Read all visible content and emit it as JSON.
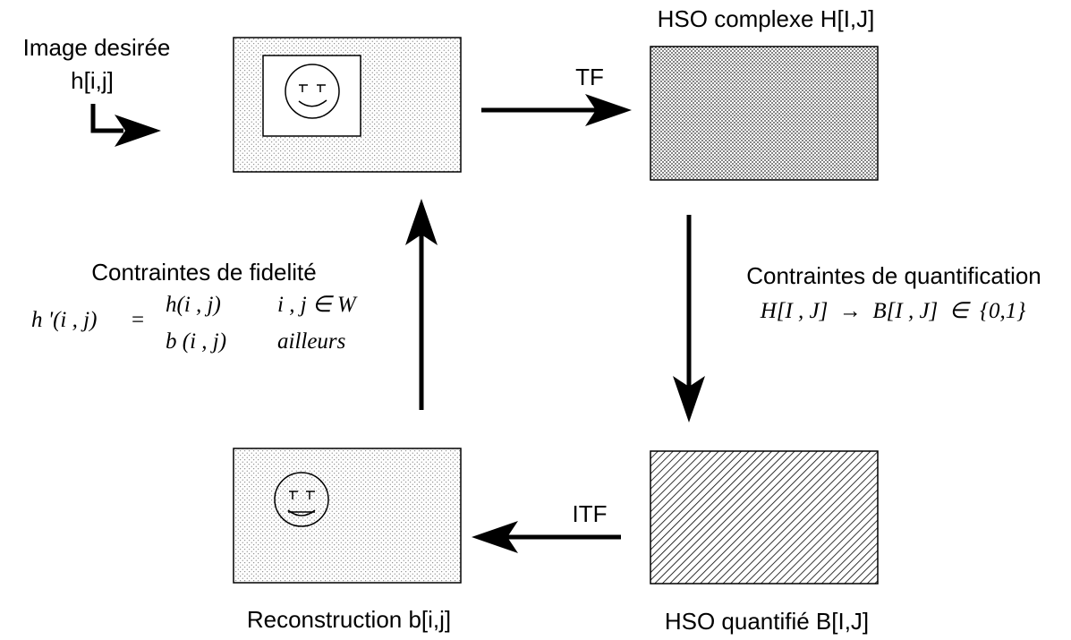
{
  "labels": {
    "input_title": "Image desirée",
    "input_var": "h[i,j]",
    "hso_complex": "HSO complexe H[I,J]",
    "tf": "TF",
    "itf": "ITF",
    "hso_quant": "HSO quantifié B[I,J]",
    "reconstruction": "Reconstruction b[i,j]",
    "fidelity_title": "Contraintes de fidelité",
    "quant_title": "Contraintes de quantification"
  },
  "fidelity_formula": {
    "lhs": "h '(i , j)",
    "eq": "=",
    "case1_expr": "h(i , j)",
    "case1_cond": "i , j ∈ W",
    "case2_expr": "b (i , j)",
    "case2_cond": "ailleurs"
  },
  "quant_formula": {
    "text": "H[I , J]  →  B[I , J]  ∈  {0,1}"
  }
}
